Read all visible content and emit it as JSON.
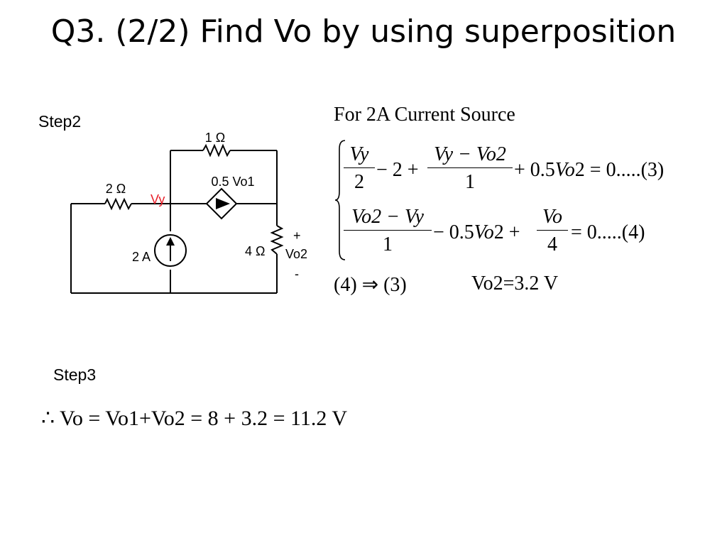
{
  "slide": {
    "title": "Q3. (2/2) Find Vo by using superposition"
  },
  "step2": {
    "label": "Step2",
    "circuit": {
      "r1_label": "1 Ω",
      "r2_label": "2 Ω",
      "dep_source_label": "0.5 Vo1",
      "node_label": "Vy",
      "node_label_color": "#e8202a",
      "current_source_label": "2 A",
      "r4_label": "4 Ω",
      "vo2_plus": "+",
      "vo2_label": "Vo2",
      "vo2_minus": "-"
    }
  },
  "equations": {
    "heading": "For 2A Current Source",
    "eq3": {
      "frac1_num": "Vy",
      "frac1_den": "2",
      "seg1": "− 2 +",
      "frac2_num": "Vy − Vo2",
      "frac2_den": "1",
      "seg2_a": "+ 0.5",
      "seg2_b": "Vo",
      "seg2_c": "2 = 0.....(3)"
    },
    "eq4": {
      "frac1_num": "Vo2 − Vy",
      "frac1_den": "1",
      "seg1_a": "− 0.5",
      "seg1_b": "Vo",
      "seg1_c": "2 +",
      "frac2_num": "Vo",
      "frac2_den": "4",
      "seg2": "= 0.....(4)"
    },
    "substitution": "(4) ⇒ (3)",
    "result": "Vo2=3.2 V"
  },
  "step3": {
    "label": "Step3",
    "final": "∴ Vo = Vo1+Vo2 = 8 + 3.2 = 11.2 V"
  }
}
